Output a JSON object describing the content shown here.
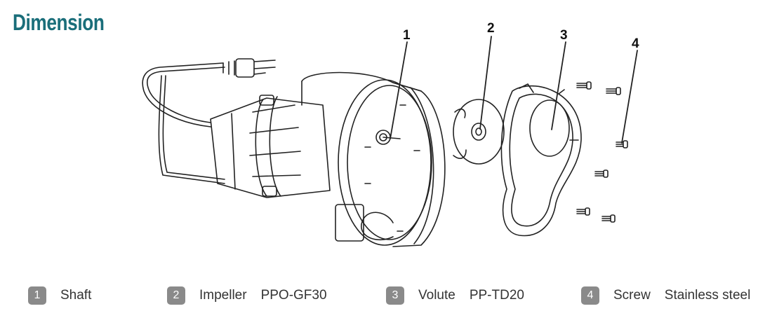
{
  "header": {
    "title": "Dimension"
  },
  "callouts": [
    "1",
    "2",
    "3",
    "4"
  ],
  "legend": [
    {
      "number": "1",
      "name": "Shaft",
      "material": ""
    },
    {
      "number": "2",
      "name": "Impeller",
      "material": "PPO-GF30"
    },
    {
      "number": "3",
      "name": "Volute",
      "material": "PP-TD20"
    },
    {
      "number": "4",
      "name": "Screw",
      "material": "Stainless steel"
    }
  ],
  "colors": {
    "title": "#1a6e7a",
    "badge": "#8a8a8a",
    "line": "#222222"
  }
}
